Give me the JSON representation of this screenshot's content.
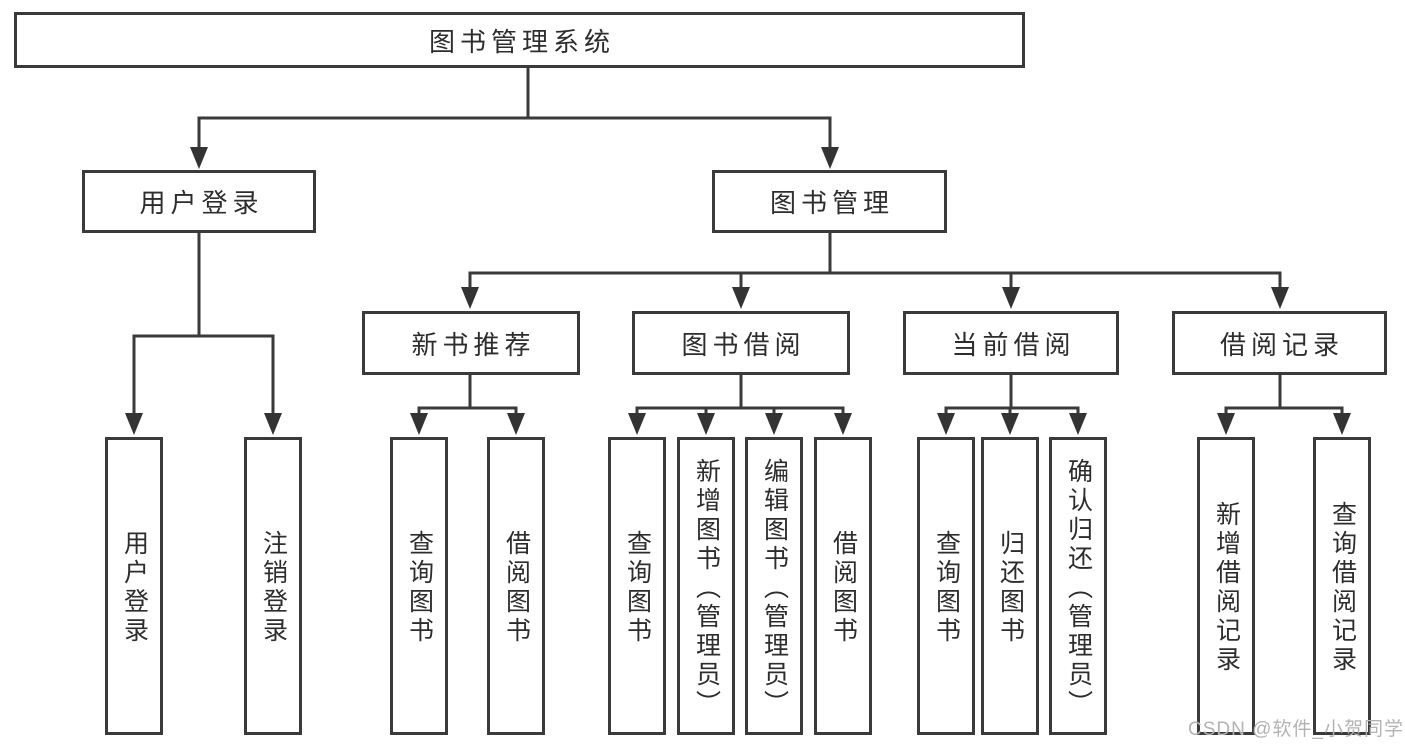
{
  "diagram_type": "tree",
  "colors": {
    "background": "#ffffff",
    "line": "#3a3a3a",
    "box_border": "#3a3a3a",
    "box_fill": "#ffffff",
    "text": "#2d2d2d",
    "watermark": "#b3b3b3"
  },
  "watermark": {
    "text": "CSDN @软件_小贺同学"
  },
  "tree": {
    "label": "图书管理系统",
    "children": [
      {
        "label": "用户登录",
        "children": [
          {
            "label": "用户登录"
          },
          {
            "label": "注销登录"
          }
        ]
      },
      {
        "label": "图书管理",
        "children": [
          {
            "label": "新书推荐",
            "children": [
              {
                "label": "查询图书"
              },
              {
                "label": "借阅图书"
              }
            ]
          },
          {
            "label": "图书借阅",
            "children": [
              {
                "label": "查询图书"
              },
              {
                "label": "新增图书（管理员）"
              },
              {
                "label": "编辑图书（管理员）"
              },
              {
                "label": "借阅图书"
              }
            ]
          },
          {
            "label": "当前借阅",
            "children": [
              {
                "label": "查询图书"
              },
              {
                "label": "归还图书"
              },
              {
                "label": "确认归还（管理员）"
              }
            ]
          },
          {
            "label": "借阅记录",
            "children": [
              {
                "label": "新增借阅记录"
              },
              {
                "label": "查询借阅记录"
              }
            ]
          }
        ]
      }
    ]
  }
}
